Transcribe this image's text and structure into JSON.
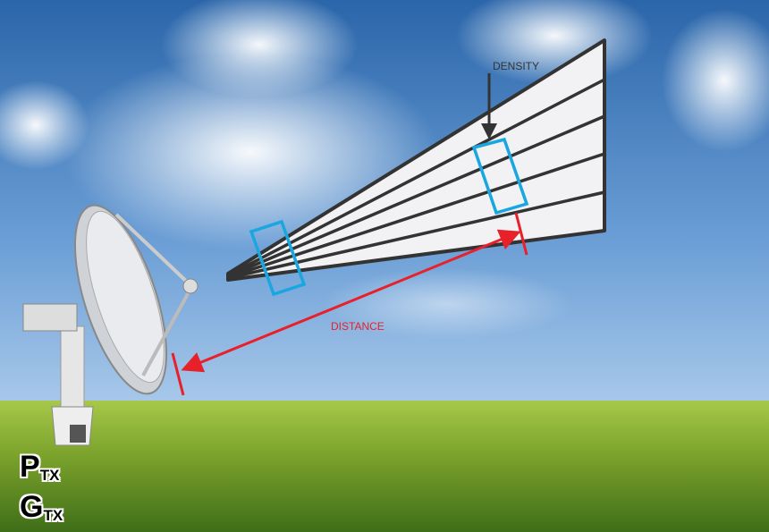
{
  "labels": {
    "density": "DENSITY",
    "distance": "DISTANCE",
    "power_main": "P",
    "power_sub": "TX",
    "gain_main": "G",
    "gain_sub": "TX"
  },
  "colors": {
    "beam_outline": "#333333",
    "beam_fill": "#f2f2f4",
    "density_box": "#1aa7e0",
    "distance_arrow": "#e8202a",
    "sky_top": "#2f6fb3",
    "grass": "#7ea82c"
  }
}
